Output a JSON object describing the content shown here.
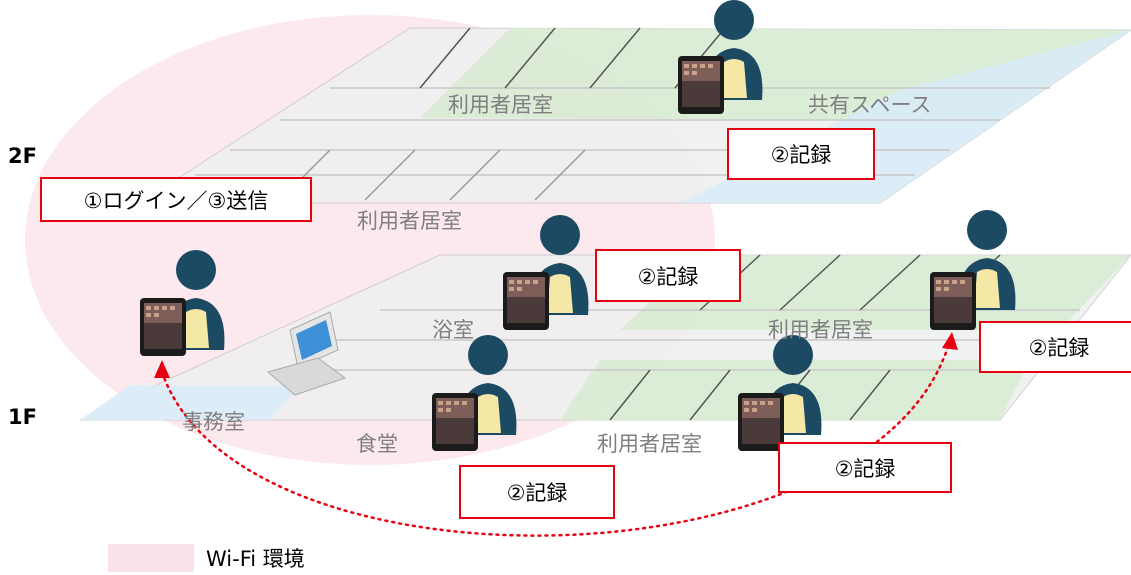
{
  "floors": {
    "upper": "2F",
    "lower": "1F"
  },
  "rooms": {
    "upper_resident_room_a": "利用者居室",
    "upper_shared_space": "共有スペース",
    "upper_resident_room_b": "利用者居室",
    "bath": "浴室",
    "lower_resident_room_right": "利用者居室",
    "office": "事務室",
    "dining": "食堂",
    "lower_resident_room_front": "利用者居室"
  },
  "callouts": {
    "login_send": "①ログイン／③送信",
    "record_2f": "②記録",
    "record_bath": "②記録",
    "record_right": "②記録",
    "record_dining": "②記録",
    "record_front": "②記録"
  },
  "legend": {
    "label": "Wi-Fi 環境",
    "color": "#fbe1e8"
  },
  "colors": {
    "callout_border": "#e60012",
    "sync_arrow": "#e60012",
    "wifi_zone": "#fbe1e8",
    "room_green": "#d6ead0",
    "room_blue": "#d9ecf8",
    "person": "#1c4a63",
    "apron": "#f5e7a6"
  }
}
